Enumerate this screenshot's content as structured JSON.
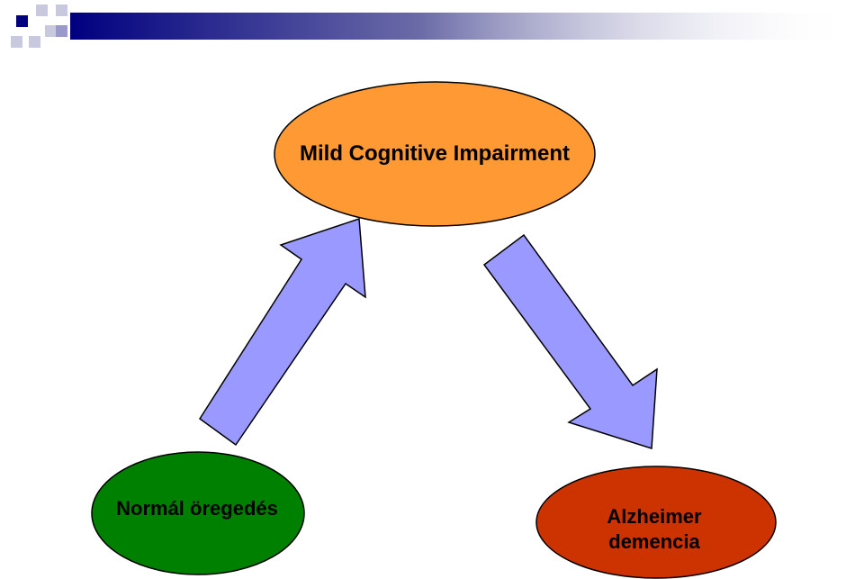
{
  "nodes": {
    "top": {
      "label": "Mild Cognitive Impairment",
      "color": "#FF9933"
    },
    "left": {
      "label": "Normál öregedés",
      "color": "#008000"
    },
    "right": {
      "label_line1": "Alzheimer",
      "label_line2": "demencia",
      "color": "#CC3300"
    }
  },
  "arrows": {
    "color": "#9999FF"
  },
  "header_decoration": {
    "colors": [
      "#000080",
      "#9999CC",
      "#CCCCE0"
    ]
  }
}
